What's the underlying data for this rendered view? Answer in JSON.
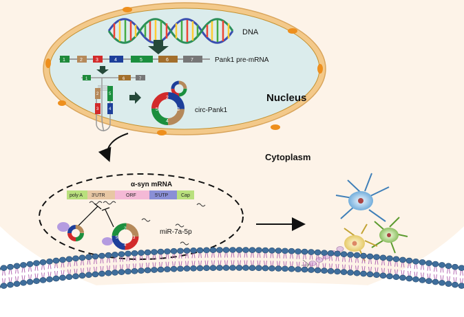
{
  "labels": {
    "dna": "DNA",
    "pre_mrna": "Pank1 pre-mRNA",
    "nucleus": "Nucleus",
    "circ": "circ-Pank1",
    "cytoplasm": "Cytoplasm",
    "mrna": "α-syn mRNA",
    "mirna": "miR-7a-5p"
  },
  "mrna_segments": [
    "poly A",
    "3'UTR",
    "ORF",
    "5'UTP",
    "Cap"
  ],
  "exons": [
    "1",
    "2",
    "3",
    "4",
    "5",
    "6",
    "7"
  ],
  "circ_exons": [
    "2",
    "3",
    "4",
    "5"
  ],
  "colors": {
    "cytoplasm_fill": "#fdf3e8",
    "nucleus_fill": "#dbecec",
    "envelope": "#f3c98a",
    "membrane_bead": "#3f6e9c",
    "exon1": "#1e8a3a",
    "exon2": "#b5895a",
    "exon3": "#d22a2a",
    "exon4": "#1d3f9a",
    "exon5": "#1b8f3e",
    "exon6": "#a36f2c",
    "exon7": "#777777",
    "polyA": "#b9e07d",
    "utr3": "#e8c7a4",
    "orf": "#f4b9d6",
    "utp5": "#8a8fd6",
    "cap": "#b9e07d"
  }
}
